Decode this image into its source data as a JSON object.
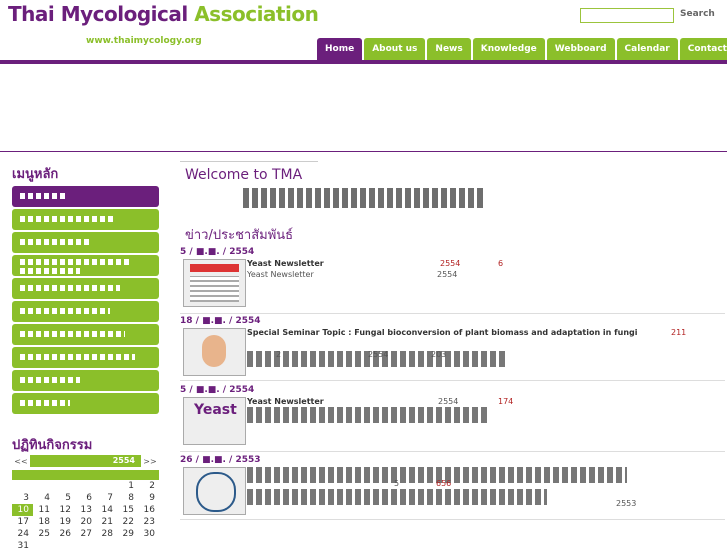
{
  "header": {
    "title_part1": "Thai Mycological",
    "title_part2": "Association",
    "url": "www.thaimycology.org",
    "search_placeholder": "",
    "search_label": "Search"
  },
  "nav": [
    "Home",
    "About us",
    "News",
    "Knowledge",
    "Webboard",
    "Calendar",
    "Contact"
  ],
  "sidebar": {
    "menu_title": "เมนูหลัก",
    "calendar_title": "ปฏิทินกิจกรรม"
  },
  "calendar": {
    "prev": "<<",
    "next": ">>",
    "year": "2554",
    "days": [
      "",
      "",
      "",
      "",
      "",
      "1",
      "2",
      "3",
      "4",
      "5",
      "6",
      "7",
      "8",
      "9",
      "10",
      "11",
      "12",
      "13",
      "14",
      "15",
      "16",
      "17",
      "18",
      "19",
      "20",
      "21",
      "22",
      "23",
      "24",
      "25",
      "26",
      "27",
      "28",
      "29",
      "30",
      "31"
    ],
    "today": "10"
  },
  "main": {
    "welcome": "Welcome to TMA",
    "news_title": "ข่าว/ประชาสัมพันธ์"
  },
  "news": [
    {
      "date": "5 / ■.■. / 2554",
      "title": "Yeast Newsletter",
      "subtitle": "Yeast Newsletter",
      "meta1": "2554",
      "meta2": "2554",
      "count": "6"
    },
    {
      "date": "18 / ■.■. / 2554",
      "title": "Special Seminar Topic : Fungal bioconversion of plant biomass and adaptation in fungi",
      "subtitle": "",
      "meta1": "2",
      "meta2": "2554",
      "meta3": "203",
      "count": "211"
    },
    {
      "date": "5 / ■.■. / 2554",
      "title": "Yeast Newsletter",
      "subtitle": "",
      "meta1": "2554",
      "count": "174"
    },
    {
      "date": "26 / ■.■. / 2553",
      "title": "",
      "subtitle": "",
      "meta1": "5",
      "meta2": "2553",
      "count": "656"
    }
  ],
  "colors": {
    "purple": "#6b1f7c",
    "green": "#8bbf2a",
    "red": "#b22222"
  }
}
